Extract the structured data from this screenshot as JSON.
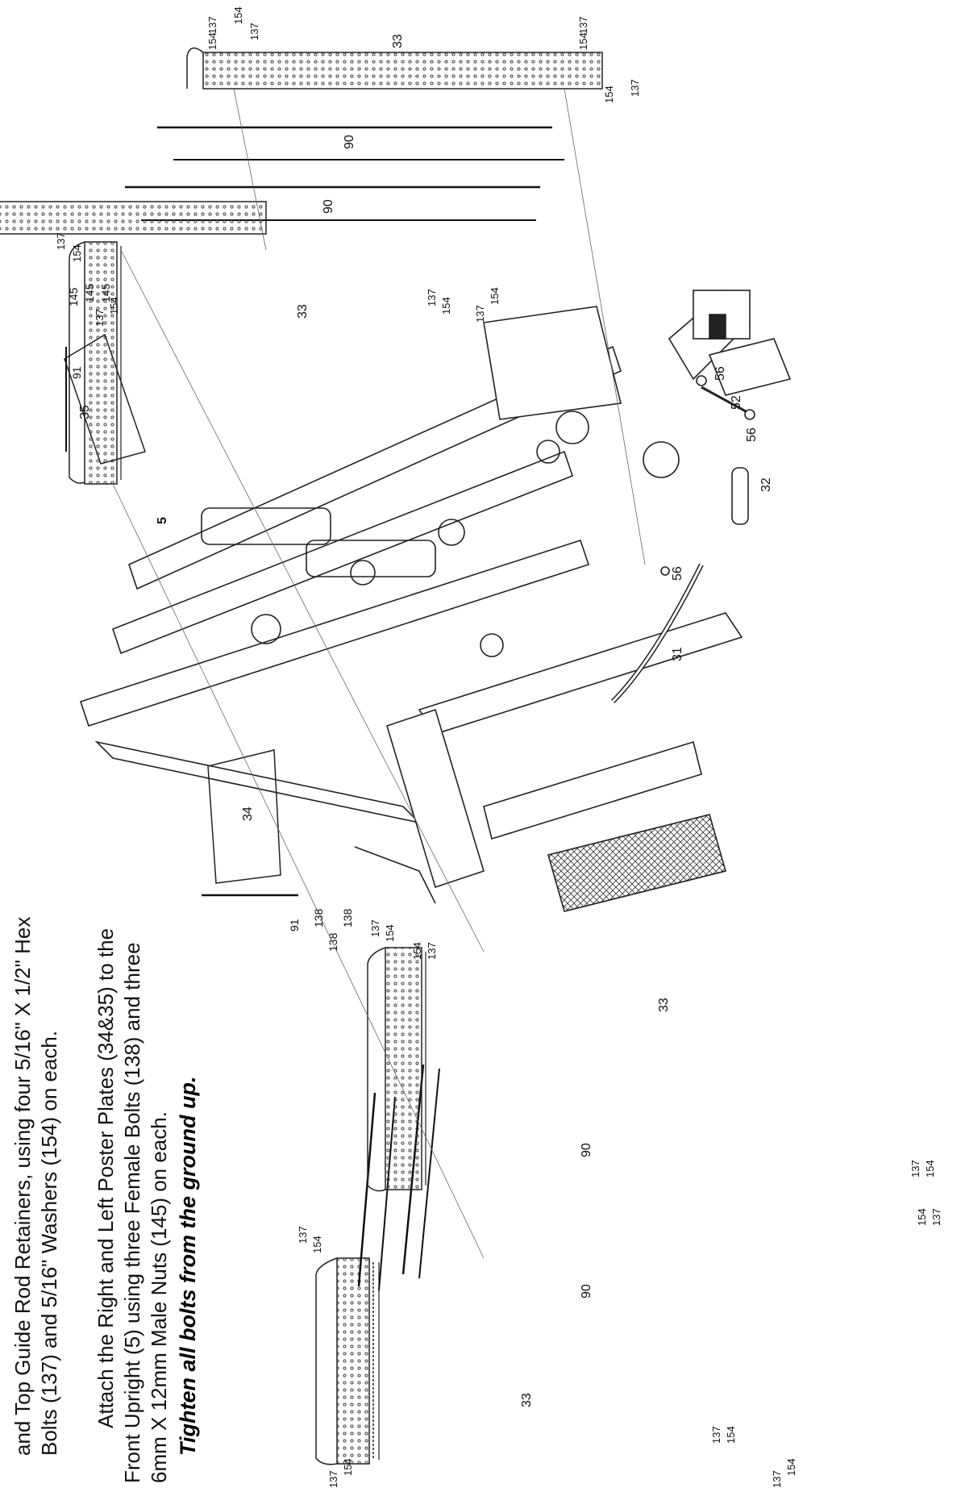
{
  "instructions": {
    "paragraph_1": [
      "and Top Guide Rod Retainers, using four 5/16\" X 1/2\" Hex",
      "Bolts (137) and 5/16\" Washers (154) on each."
    ],
    "paragraph_2": [
      "Attach the Right and Left Poster Plates (34&35) to the",
      "Front Upright (5) using three Female Bolts (138) and three",
      "6mm X 12mm Male Nuts (145) on each."
    ],
    "warning": "Tighten all bolts from the ground up."
  },
  "labels": {
    "shroud_a": {
      "part": "33",
      "top_bolt": "137",
      "top_washer": "154",
      "mid_bolt": "137",
      "mid_washer": "154",
      "low_washer": "154",
      "low_bolt": "137",
      "end_bolt": "137",
      "end_washer": "154"
    },
    "rods_a": {
      "rod_1": "90",
      "rod_2": "90"
    },
    "shroud_b": {
      "part": "33",
      "top_bolt": "137",
      "top_washer": "154",
      "mid_washer": "154",
      "mid_bolt": "137",
      "end_bolt": "137",
      "end_washer": "154",
      "low_washer": "154",
      "low_bolt": "137"
    },
    "poster_left": {
      "plate": "34",
      "nut_1": "91",
      "bolt_1": "138",
      "bolt_2": "138",
      "bolt_3": "138"
    },
    "machine": {
      "upright": "5"
    },
    "shroud_c": {
      "part": "33",
      "top_bolt": "137",
      "top_washer": "154",
      "mid_bolt": "137",
      "mid_washer": "154",
      "low_washer": "154",
      "low_bolt": "137",
      "end_bolt": "137",
      "end_washer": "154"
    },
    "poster_right": {
      "plate": "35",
      "nut": "91",
      "bolt_1": "145",
      "bolt_2": "145",
      "bolt_3": "145"
    },
    "rods_b": {
      "rod_1": "90",
      "rod_2": "90"
    },
    "shroud_d": {
      "part": "33",
      "top_bolt": "137",
      "top_washer": "154",
      "mid_washer": "154",
      "mid_bolt": "137",
      "end_bolt": "137",
      "end_washer": "154",
      "low_washer": "154",
      "low_bolt": "137"
    },
    "accessories": {
      "bar": "31",
      "bar_clip": "56",
      "handle": "32",
      "handle_clip": "56",
      "chain": "52",
      "chain_clip": "56"
    }
  }
}
